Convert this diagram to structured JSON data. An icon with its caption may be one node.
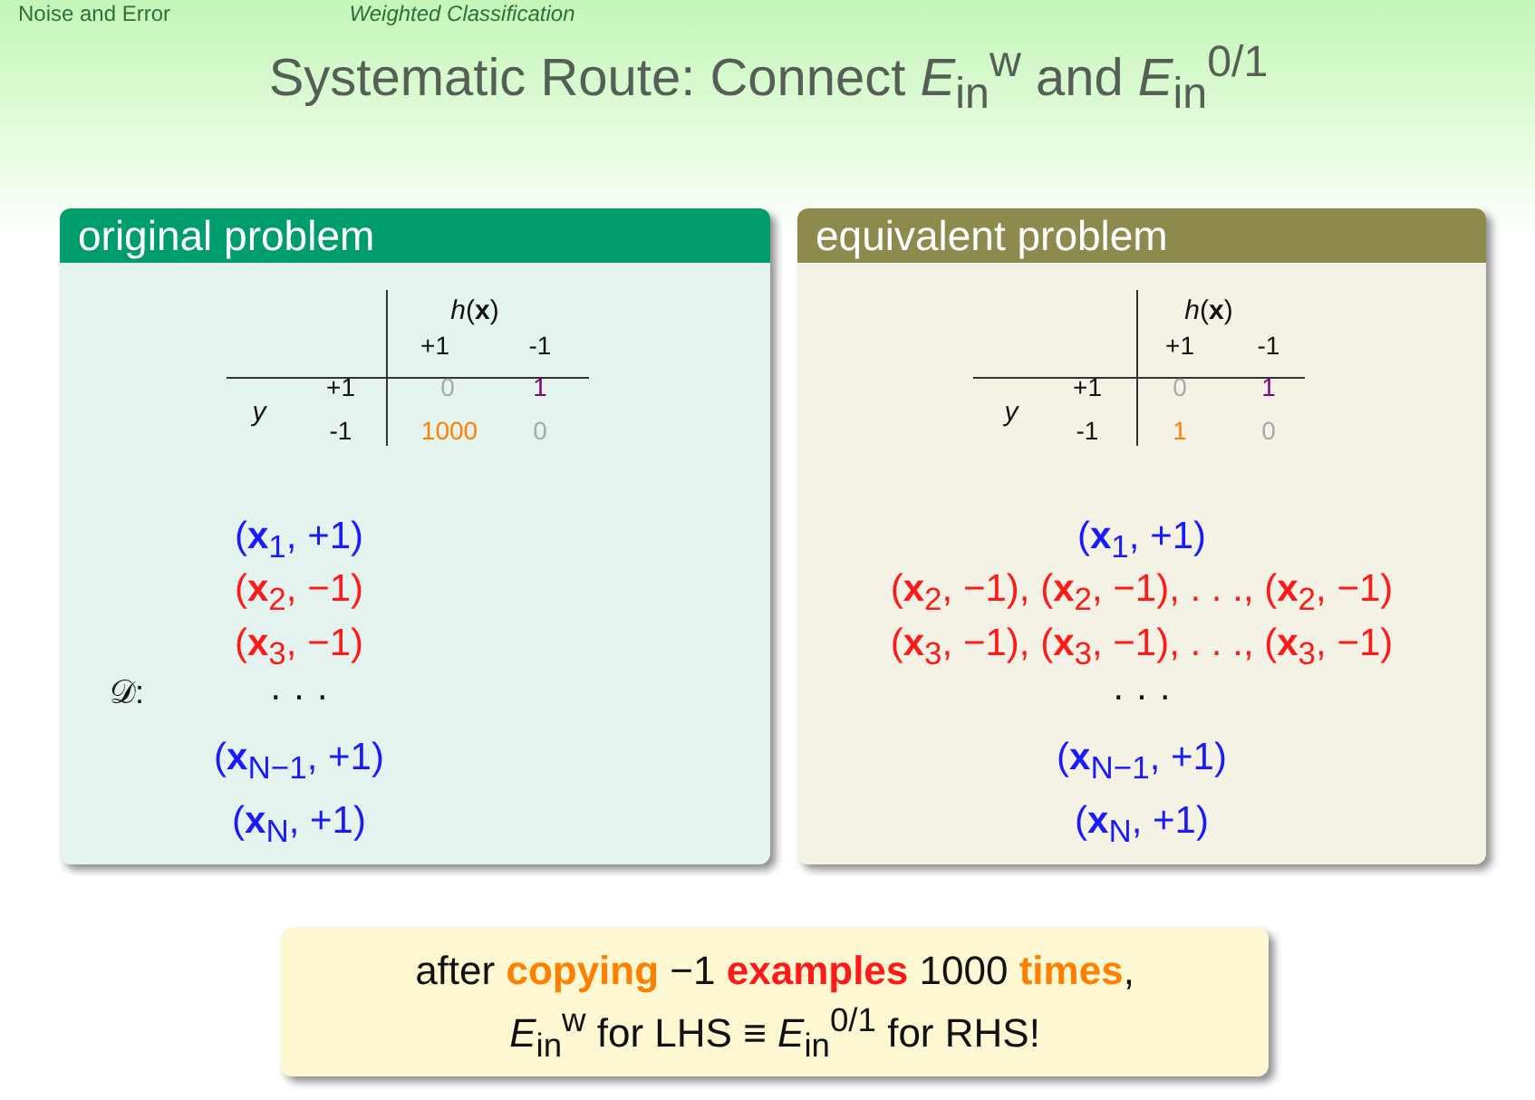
{
  "diagram": {
    "title": "Systematic Route: Connect *E*$_{in}$$^{w}$ and *E*$_{in}$$^{0/1}$",
    "nodes": [
      {
        "text": [
          "original problem"
        ]
      },
      {
        "text": [
          "equivalent problem"
        ]
      },
      {
        "text": [
          "after **copying** −1 **examples** 1000 **times**,",
          "*E*$_{in}$$^{w}$ for LHS ≡ *E*$_{in}$$^{0/1}$ for RHS!"
        ]
      }
    ],
    "labels": [
      "Noise and Error",
      "Weighted Classification",
      "*h*(**x**)",
      "+1",
      "-1",
      "*y*",
      "+1",
      "0",
      "1",
      "-1",
      "1000",
      "0",
      "𝒟:",
      "(**x**$_{1}$, +1)",
      "(**x**$_{2}$, −1)",
      "(**x**$_{3}$, −1)",
      "· · ·",
      "(**x**$_{N−1}$, +1)",
      "(**x**$_{N}$, +1)",
      "*h*(**x**)",
      "+1",
      "-1",
      "*y*",
      "+1",
      "0",
      "1",
      "-1",
      "1",
      "0",
      "(**x**$_{1}$, +1)",
      "(**x**$_{2}$, −1), (**x**$_{2}$, −1), . . ., (**x**$_{2}$, −1)",
      "(**x**$_{3}$, −1), (**x**$_{3}$, −1), . . ., (**x**$_{3}$, −1)",
      "· · ·",
      "(**x**$_{N−1}$, +1)",
      "(**x**$_{N}$, +1)"
    ]
  }
}
